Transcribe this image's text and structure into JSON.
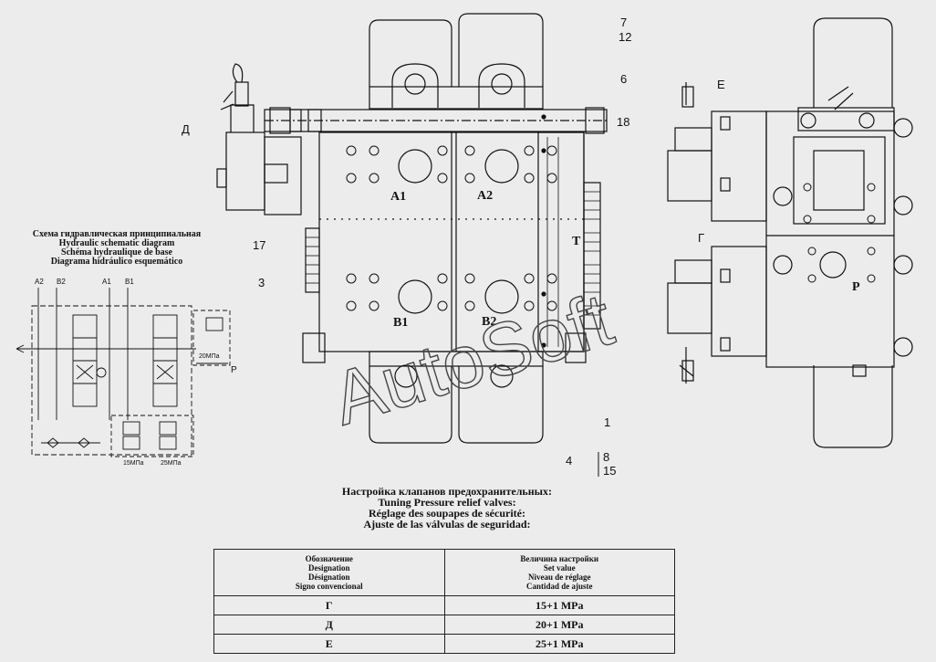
{
  "port_labels": {
    "a1": "A1",
    "a2": "A2",
    "b1": "B1",
    "b2": "B2",
    "t": "T",
    "p": "P"
  },
  "side_labels": {
    "d": "Д",
    "e": "Е",
    "g": "Г"
  },
  "callouts": [
    "7",
    "12",
    "6",
    "18",
    "17",
    "3",
    "1",
    "4",
    "8",
    "15"
  ],
  "schematic": {
    "title_lines": [
      "Схема гидравлическая принципиальная",
      "Hydraulic schematic diagram",
      "Schéma hydraulique de base",
      "Diagrama hidráulico esquemático"
    ],
    "port_labels": [
      "A2",
      "B2",
      "A1",
      "B1"
    ],
    "pressure_port": "P",
    "valve_values": [
      "20МПа",
      "15МПа",
      "25МПа"
    ]
  },
  "tuning_title": [
    "Настройка клапанов предохранительных:",
    "Tuning Pressure relief valves:",
    "Réglage des soupapes de sécurité:",
    "Ajuste de las válvulas de seguridad:"
  ],
  "settings_table": {
    "headers": [
      [
        "Обозначение",
        "Designation",
        "Désignation",
        "Signo convencional"
      ],
      [
        "Величина настройки",
        "Set value",
        "Niveau de réglage",
        "Cantidad de ajuste"
      ]
    ],
    "rows": [
      {
        "designation": "Г",
        "value": "15+1 MPa"
      },
      {
        "designation": "Д",
        "value": "20+1 MPa"
      },
      {
        "designation": "Е",
        "value": "25+1 MPa"
      }
    ]
  },
  "watermark": "AutoSoft"
}
